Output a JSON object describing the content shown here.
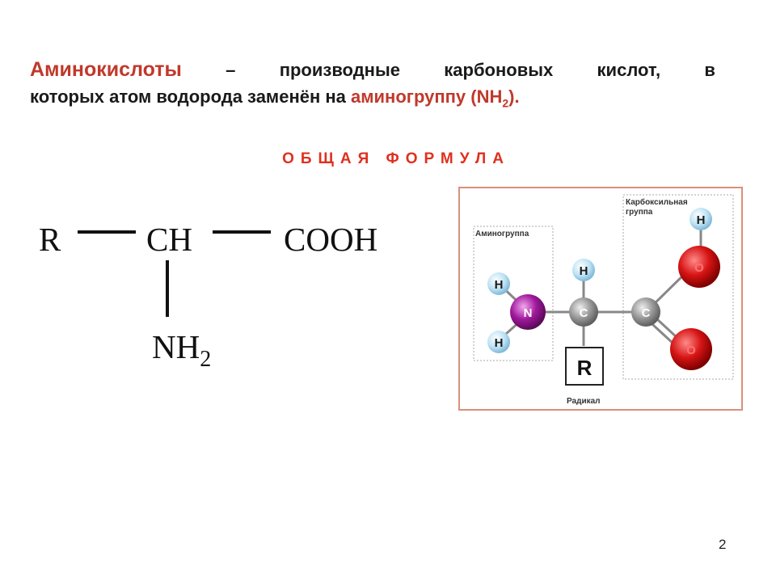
{
  "definition": {
    "term": "Аминокислоты",
    "dash": "–",
    "w1": "производные",
    "w2": "карбоновых",
    "w3": "кислот,",
    "w4": "в",
    "line2_text": "которых атом водорода заменён на",
    "amino_group": "аминогруппу (NH",
    "subscript": "2",
    "closing": ")."
  },
  "heading": "ОБЩАЯ ФОРМУЛА",
  "formula": {
    "r": "R",
    "ch": "CH",
    "cooh": "COOH",
    "nh": "NH",
    "nh_sub": "2"
  },
  "model": {
    "amino_label": "Аминогруппа",
    "carboxyl_label_1": "Карбоксильная",
    "carboxyl_label_2": "группа",
    "radical_label": "Радикал",
    "radical_symbol": "R",
    "atoms": {
      "h": "H",
      "n": "N",
      "c": "C",
      "o": "O"
    },
    "colors": {
      "hydrogen": "#bfe3f5",
      "nitrogen": "#a0189c",
      "carbon": "#9a9a9a",
      "oxygen": "#d61414",
      "panel_border": "#d9907a"
    }
  },
  "page_number": "2"
}
